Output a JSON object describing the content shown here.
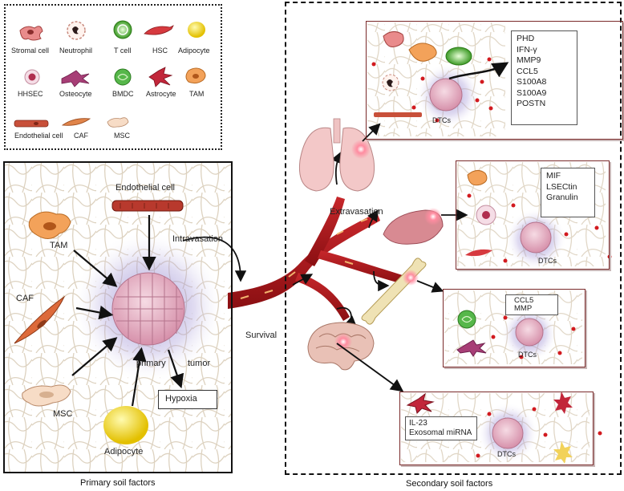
{
  "legend": {
    "row1": [
      "Stromal cell",
      "Neutrophil",
      "T cell",
      "HSC",
      "Adipocyte"
    ],
    "row2": [
      "HHSEC",
      "Osteocyte",
      "BMDC",
      "Astrocyte",
      "TAM"
    ],
    "row3": [
      "Endothelial cell",
      "CAF",
      "MSC"
    ]
  },
  "primary": {
    "endothelial": "Endothelial cell",
    "tam": "TAM",
    "caf": "CAF",
    "msc": "MSC",
    "adipocyte": "Adipocyte",
    "tumor_left": "primary",
    "tumor_right": "tumor",
    "hypoxia": "Hypoxia",
    "caption": "Primary soil factors"
  },
  "flow": {
    "intravasation": "Intravasation",
    "survival": "Survival",
    "extravasation": "Extravasation"
  },
  "secondary": {
    "caption": "Secondary soil factors",
    "lung_factors": [
      "PHD",
      "IFN-γ",
      "MMP9",
      "CCL5",
      "S100A8",
      "S100A9",
      "POSTN"
    ],
    "liver_factors": [
      "MIF",
      "LSECtin",
      "Granulin"
    ],
    "bone_factors": [
      "CCL5",
      "MMP"
    ],
    "brain_factors": [
      "IL-23",
      "Exosomal miRNA"
    ],
    "dtc": "DTCs"
  },
  "colors": {
    "vessel": "#a3171b",
    "tumor": "#e8b5c6",
    "halo": "#9a8fd0",
    "frame": "#7a2a2a"
  }
}
